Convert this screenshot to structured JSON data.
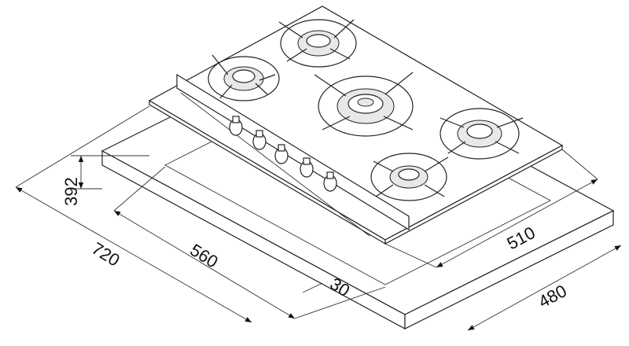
{
  "title": "Gas hob installation dimensions",
  "dimensions": {
    "height": "392",
    "overall_width": "720",
    "cutout_width": "560",
    "min_edge_distance": "30",
    "overall_depth": "510",
    "cutout_depth": "480"
  },
  "burner_count": 5,
  "knob_count": 5
}
